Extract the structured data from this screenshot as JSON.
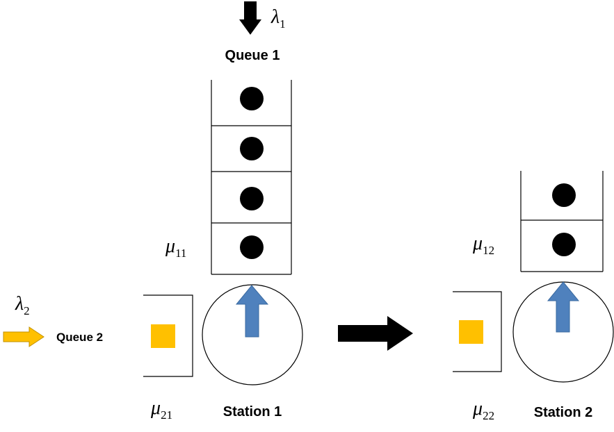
{
  "labels": {
    "queue1": "Queue 1",
    "queue2": "Queue 2",
    "station1": "Station 1",
    "station2": "Station 2"
  },
  "symbols": {
    "lambda1": {
      "base": "λ",
      "sub": "1"
    },
    "lambda2": {
      "base": "λ",
      "sub": "2"
    },
    "mu11": {
      "base": "μ",
      "sub": "11"
    },
    "mu21": {
      "base": "μ",
      "sub": "21"
    },
    "mu12": {
      "base": "μ",
      "sub": "12"
    },
    "mu22": {
      "base": "μ",
      "sub": "22"
    }
  },
  "colors": {
    "job_type1": "#000000",
    "job_type2": "#ffc000",
    "server_arrow": "#4f81bd",
    "arrival2_arrow": "#ffc000",
    "flow_arrow": "#000000"
  },
  "queue1_jobs": 4,
  "station2_queue_jobs": 2
}
